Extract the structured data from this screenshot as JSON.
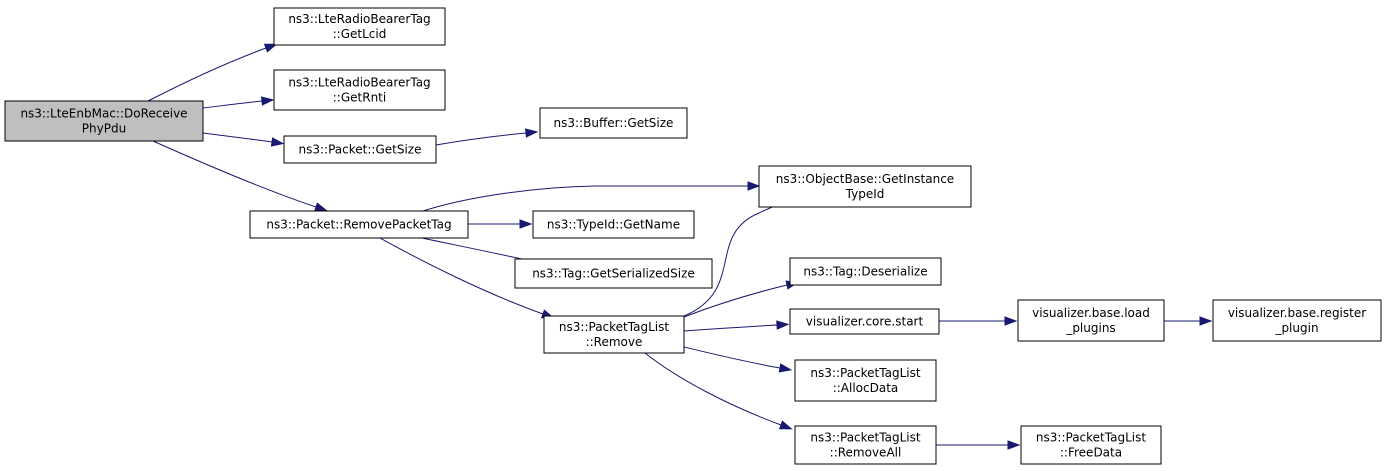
{
  "nodes": {
    "root": {
      "lines": [
        "ns3::LteEnbMac::DoReceive",
        "PhyPdu"
      ]
    },
    "getlcid": {
      "lines": [
        "ns3::LteRadioBearerTag",
        "::GetLcid"
      ]
    },
    "getrnti": {
      "lines": [
        "ns3::LteRadioBearerTag",
        "::GetRnti"
      ]
    },
    "packet_getsize": {
      "lines": [
        "ns3::Packet::GetSize"
      ]
    },
    "buffer_getsize": {
      "lines": [
        "ns3::Buffer::GetSize"
      ]
    },
    "removepackettag": {
      "lines": [
        "ns3::Packet::RemovePacketTag"
      ]
    },
    "getinstancetypeid": {
      "lines": [
        "ns3::ObjectBase::GetInstance",
        "TypeId"
      ]
    },
    "typeid_getname": {
      "lines": [
        "ns3::TypeId::GetName"
      ]
    },
    "tag_getserializedsize": {
      "lines": [
        "ns3::Tag::GetSerializedSize"
      ]
    },
    "tag_deserialize": {
      "lines": [
        "ns3::Tag::Deserialize"
      ]
    },
    "ptl_remove": {
      "lines": [
        "ns3::PacketTagList",
        "::Remove"
      ]
    },
    "viz_core_start": {
      "lines": [
        "visualizer.core.start"
      ]
    },
    "viz_load_plugins": {
      "lines": [
        "visualizer.base.load",
        "_plugins"
      ]
    },
    "viz_register_plugin": {
      "lines": [
        "visualizer.base.register",
        "_plugin"
      ]
    },
    "ptl_allocdata": {
      "lines": [
        "ns3::PacketTagList",
        "::AllocData"
      ]
    },
    "ptl_removeall": {
      "lines": [
        "ns3::PacketTagList",
        "::RemoveAll"
      ]
    },
    "ptl_freedata": {
      "lines": [
        "ns3::PacketTagList",
        "::FreeData"
      ]
    }
  },
  "edges": [
    [
      "root",
      "getlcid"
    ],
    [
      "root",
      "getrnti"
    ],
    [
      "root",
      "packet_getsize"
    ],
    [
      "root",
      "removepackettag"
    ],
    [
      "packet_getsize",
      "buffer_getsize"
    ],
    [
      "removepackettag",
      "getinstancetypeid"
    ],
    [
      "removepackettag",
      "typeid_getname"
    ],
    [
      "removepackettag",
      "tag_getserializedsize"
    ],
    [
      "removepackettag",
      "ptl_remove"
    ],
    [
      "ptl_remove",
      "getinstancetypeid"
    ],
    [
      "ptl_remove",
      "tag_deserialize"
    ],
    [
      "ptl_remove",
      "viz_core_start"
    ],
    [
      "ptl_remove",
      "ptl_allocdata"
    ],
    [
      "ptl_remove",
      "ptl_removeall"
    ],
    [
      "viz_core_start",
      "viz_load_plugins"
    ],
    [
      "viz_load_plugins",
      "viz_register_plugin"
    ],
    [
      "ptl_removeall",
      "ptl_freedata"
    ]
  ],
  "colors": {
    "edge": "#191970",
    "root_fill": "#bfbfbf",
    "node_fill": "#ffffff",
    "border": "#000000"
  }
}
